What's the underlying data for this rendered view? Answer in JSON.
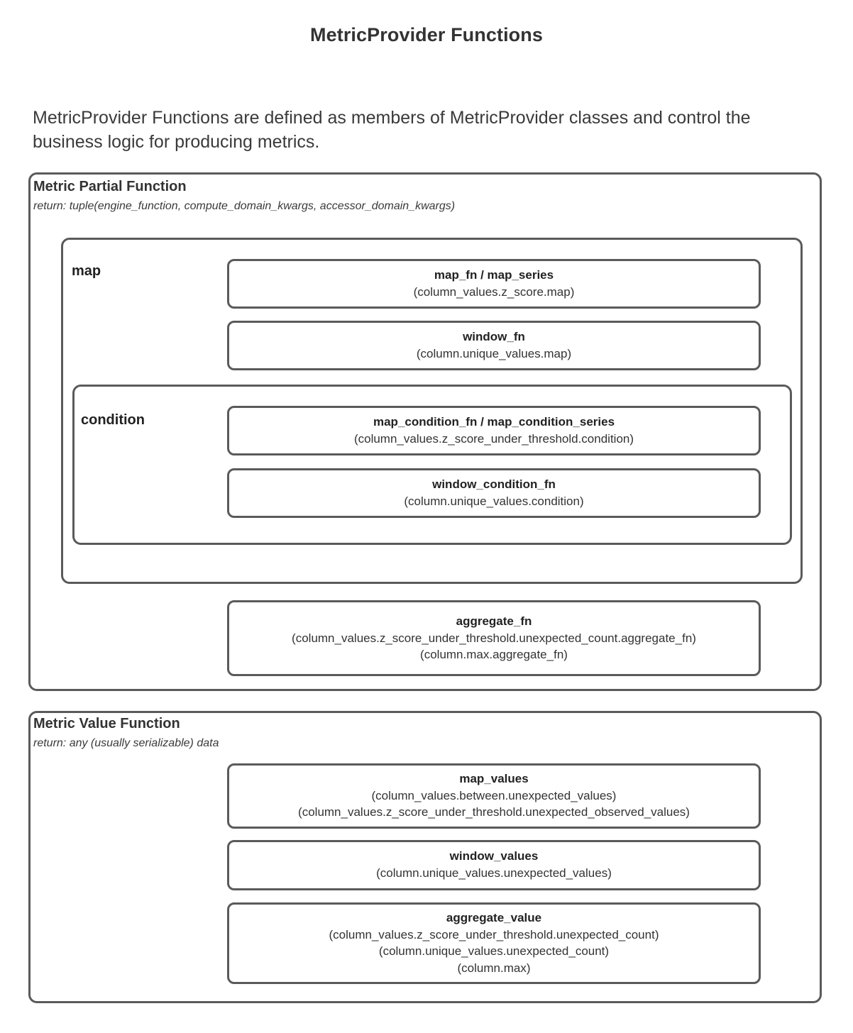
{
  "page": {
    "title": "MetricProvider Functions",
    "intro": "MetricProvider Functions are defined as members of MetricProvider classes and control the business logic for producing metrics."
  },
  "partial_function": {
    "header": "Metric Partial Function",
    "return_note": "return: tuple(engine_function, compute_domain_kwargs, accessor_domain_kwargs)",
    "map_group": {
      "label": "map",
      "items": [
        {
          "title": "map_fn / map_series",
          "subtitle": "(column_values.z_score.map)"
        },
        {
          "title": "window_fn",
          "subtitle": "(column.unique_values.map)"
        }
      ],
      "condition_group": {
        "label": "condition",
        "items": [
          {
            "title": "map_condition_fn / map_condition_series",
            "subtitle": "(column_values.z_score_under_threshold.condition)"
          },
          {
            "title": "window_condition_fn",
            "subtitle": "(column.unique_values.condition)"
          }
        ]
      }
    },
    "aggregate": {
      "title": "aggregate_fn",
      "subtitle_1": "(column_values.z_score_under_threshold.unexpected_count.aggregate_fn)",
      "subtitle_2": "(column.max.aggregate_fn)"
    }
  },
  "value_function": {
    "header": "Metric Value Function",
    "return_note": "return: any (usually serializable) data",
    "items": [
      {
        "title": "map_values",
        "subtitle_1": "(column_values.between.unexpected_values)",
        "subtitle_2": "(column_values.z_score_under_threshold.unexpected_observed_values)"
      },
      {
        "title": "window_values",
        "subtitle_1": "(column.unique_values.unexpected_values)"
      },
      {
        "title": "aggregate_value",
        "subtitle_1": "(column_values.z_score_under_threshold.unexpected_count)",
        "subtitle_2": "(column.unique_values.unexpected_count)",
        "subtitle_3": "(column.max)"
      }
    ]
  },
  "colors": {
    "border": "#5a5a5a",
    "text": "#333333",
    "background": "#ffffff"
  }
}
